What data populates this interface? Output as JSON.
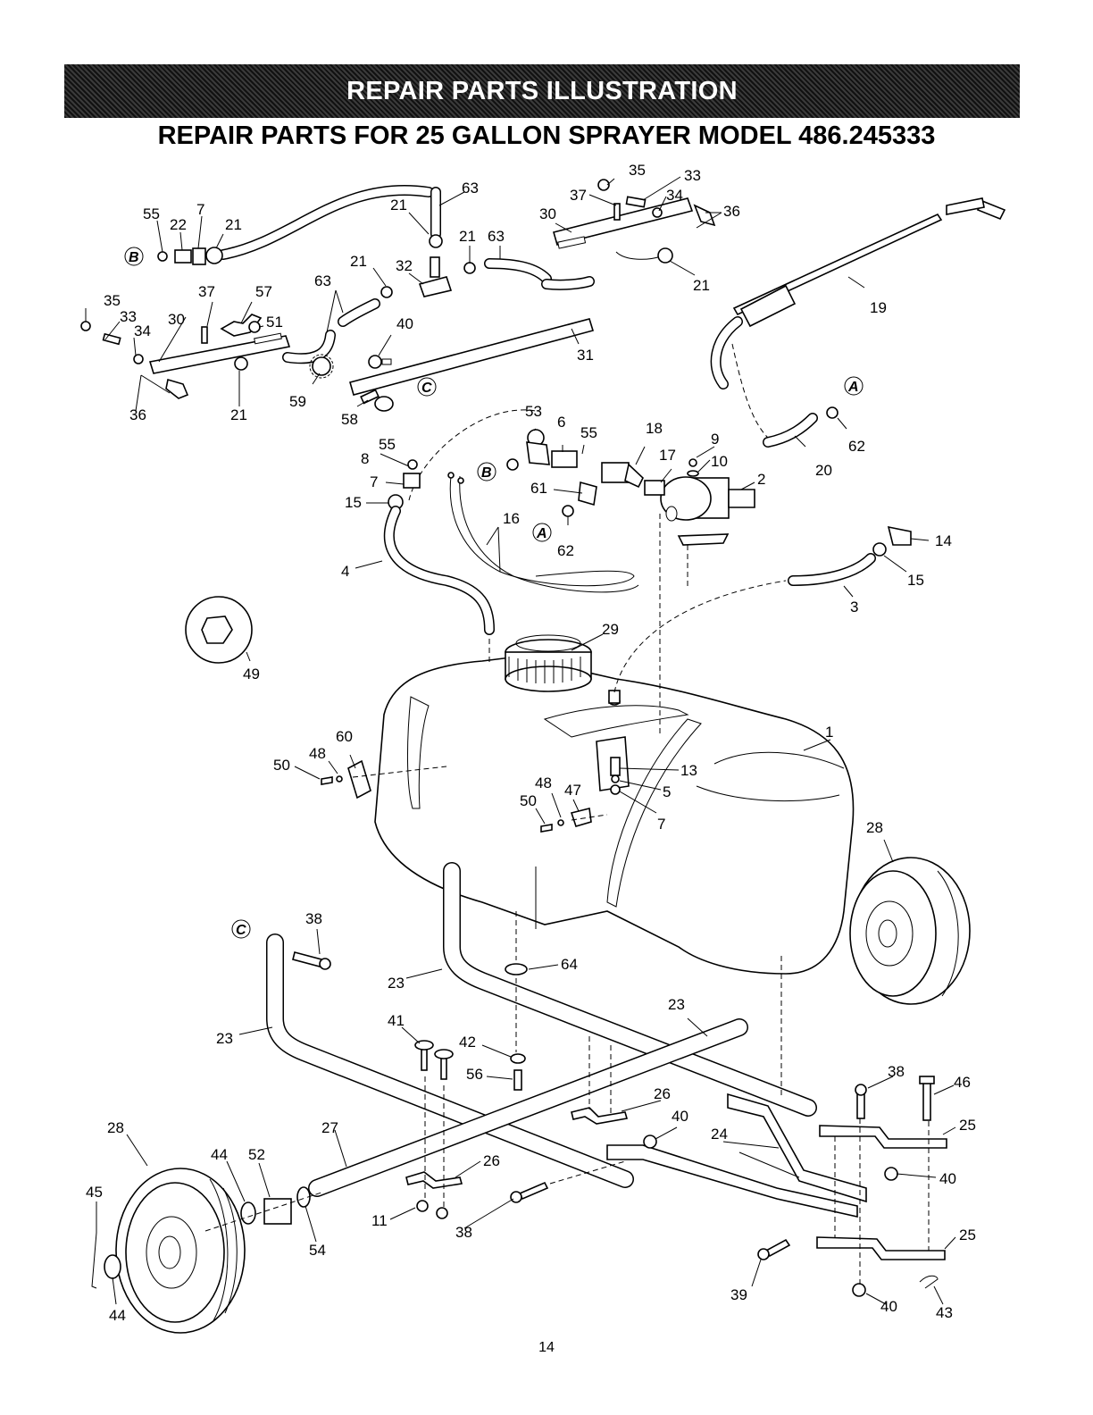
{
  "header": {
    "banner": "REPAIR PARTS ILLUSTRATION"
  },
  "title": "REPAIR PARTS FOR 25 GALLON SPRAYER MODEL 486.245333",
  "callouts": {
    "a": "A",
    "b": "B",
    "c": "C"
  },
  "labels": {
    "p1": "1",
    "p2": "2",
    "p3": "3",
    "p4": "4",
    "p5": "5",
    "p6": "6",
    "p7": "7",
    "p8": "8",
    "p9": "9",
    "p10": "10",
    "p11": "11",
    "p13": "13",
    "p14": "14",
    "p15": "15",
    "p16": "16",
    "p17": "17",
    "p18": "18",
    "p19": "19",
    "p20": "20",
    "p21": "21",
    "p22": "22",
    "p23": "23",
    "p24": "24",
    "p25": "25",
    "p26": "26",
    "p27": "27",
    "p28": "28",
    "p29": "29",
    "p30": "30",
    "p31": "31",
    "p32": "32",
    "p33": "33",
    "p34": "34",
    "p35": "35",
    "p36": "36",
    "p37": "37",
    "p38": "38",
    "p39": "39",
    "p40": "40",
    "p41": "41",
    "p42": "42",
    "p43": "43",
    "p44": "44",
    "p45": "45",
    "p46": "46",
    "p47": "47",
    "p48": "48",
    "p49": "49",
    "p50": "50",
    "p51": "51",
    "p52": "52",
    "p53": "53",
    "p54": "54",
    "p55": "55",
    "p56": "56",
    "p57": "57",
    "p58": "58",
    "p59": "59",
    "p60": "60",
    "p61": "61",
    "p62": "62",
    "p63": "63",
    "p64": "64"
  },
  "footer": {
    "page_number": "14"
  }
}
